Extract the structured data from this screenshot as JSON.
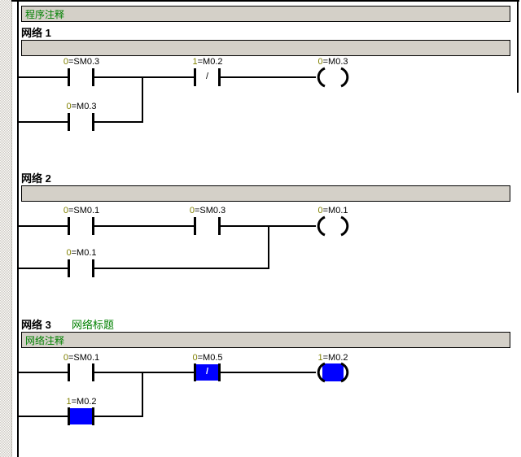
{
  "editor": {
    "program_comment": "程序注释",
    "networks": [
      {
        "label": "网络 1",
        "title": "",
        "comment": "",
        "contacts": [
          {
            "prefix": "0",
            "operand": "=SM0.3",
            "type": "NO",
            "state": "off"
          },
          {
            "prefix": "1",
            "operand": "=M0.2",
            "type": "NC",
            "symbol": "/",
            "state": "off"
          },
          {
            "prefix": "0",
            "operand": "=M0.3",
            "type": "NO",
            "state": "off"
          }
        ],
        "coil": {
          "prefix": "0",
          "operand": "=M0.3",
          "state": "off"
        }
      },
      {
        "label": "网络 2",
        "title": "",
        "comment": "",
        "contacts": [
          {
            "prefix": "0",
            "operand": "=SM0.1",
            "type": "NO",
            "state": "off"
          },
          {
            "prefix": "0",
            "operand": "=SM0.3",
            "type": "NO",
            "state": "off"
          },
          {
            "prefix": "0",
            "operand": "=M0.1",
            "type": "NO",
            "state": "off"
          }
        ],
        "coil": {
          "prefix": "0",
          "operand": "=M0.1",
          "state": "off"
        }
      },
      {
        "label": "网络 3",
        "title": "网络标题",
        "comment": "网络注释",
        "contacts": [
          {
            "prefix": "0",
            "operand": "=SM0.1",
            "type": "NO",
            "state": "off"
          },
          {
            "prefix": "0",
            "operand": "=M0.5",
            "type": "NC",
            "symbol": "/",
            "state": "on"
          },
          {
            "prefix": "1",
            "operand": "=M0.2",
            "type": "NO",
            "state": "on"
          }
        ],
        "coil": {
          "prefix": "1",
          "operand": "=M0.2",
          "state": "on"
        }
      }
    ],
    "colors": {
      "energized_blue": "#0000ff",
      "comment_green": "#008000",
      "state_prefix_olive": "#808000",
      "bar_gray": "#d4d0c8"
    }
  }
}
